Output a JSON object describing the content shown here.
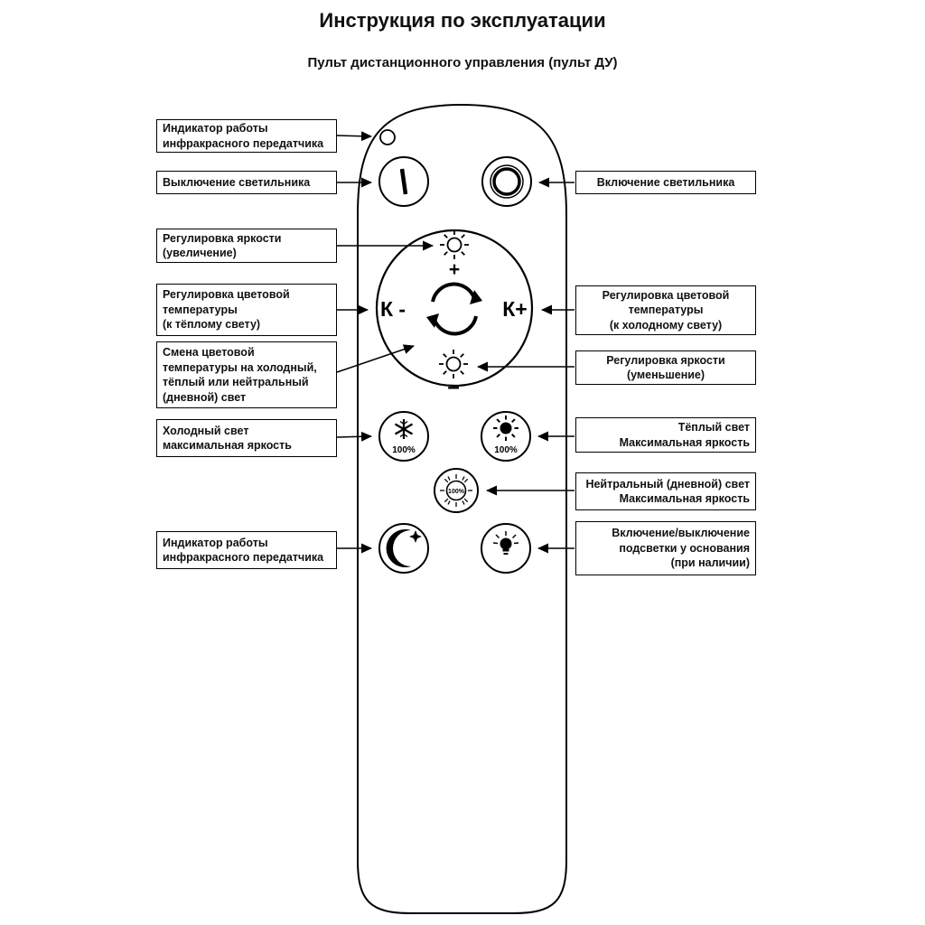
{
  "page": {
    "title": "Инструкция по эксплуатации",
    "subtitle": "Пульт дистанционного управления (пульт ДУ)"
  },
  "left_labels": [
    {
      "text": "Индикатор работы\nинфракрасного передатчика"
    },
    {
      "text": "Выключение светильника"
    },
    {
      "text": "Регулировка яркости\n(увеличение)"
    },
    {
      "text": "Регулировка цветовой\nтемпературы\n(к тёплому свету)"
    },
    {
      "text": "Смена цветовой\nтемпературы на холодный,\nтёплый или нейтральный\n(дневной) свет"
    },
    {
      "text": "Холодный свет\nмаксимальная яркость"
    },
    {
      "text": "Индикатор работы\nинфракрасного передатчика"
    }
  ],
  "right_labels": [
    {
      "text": "Включение светильника"
    },
    {
      "text": "Регулировка цветовой\nтемпературы\n(к холодному свету)"
    },
    {
      "text": "Регулировка яркости\n(уменьшение)"
    },
    {
      "text": "Тёплый свет\nМаксимальная яркость"
    },
    {
      "text": "Нейтральный (дневной) свет\nМаксимальная яркость"
    },
    {
      "text": "Включение/выключение\nподсветки у основания\n(при наличии)"
    }
  ],
  "remote": {
    "brightness_plus": "+",
    "brightness_minus": "–",
    "k_warm": "К -",
    "k_cold": "К+",
    "cold_percent": "100%",
    "warm_percent": "100%",
    "neutral_percent": "100%"
  },
  "colors": {
    "line": "#000000",
    "background": "#ffffff"
  }
}
